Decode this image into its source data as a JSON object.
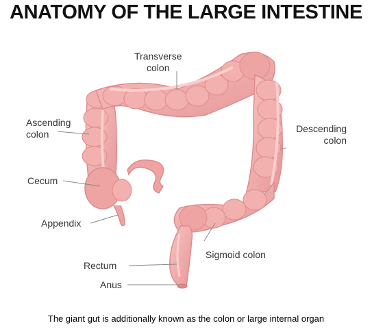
{
  "title": "ANATOMY OF THE LARGE INTESTINE",
  "labels": {
    "transverse_colon": [
      "Transverse",
      "colon"
    ],
    "ascending_colon": [
      "Ascending",
      "colon"
    ],
    "descending_colon": [
      "Descending",
      "colon"
    ],
    "cecum": "Cecum",
    "appendix": "Appendix",
    "sigmoid_colon": "Sigmoid colon",
    "rectum": "Rectum",
    "anus": "Anus"
  },
  "caption": "The giant gut is additionally known as the colon or large internal organ",
  "colors": {
    "tissue": "#f0aaa8",
    "tissue_shade": "#dd8b8c",
    "tissue_light": "#f9cfcb",
    "leader_line": "#888888"
  }
}
